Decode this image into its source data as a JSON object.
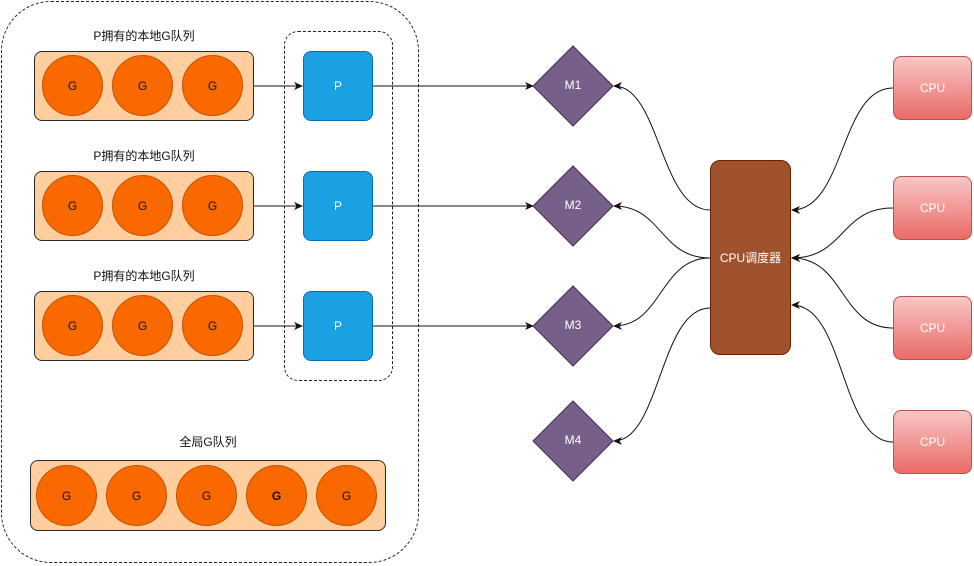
{
  "local_queues": [
    {
      "title": "P拥有的本地G队列",
      "goroutines": [
        "G",
        "G",
        "G"
      ],
      "processor": "P"
    },
    {
      "title": "P拥有的本地G队列",
      "goroutines": [
        "G",
        "G",
        "G"
      ],
      "processor": "P"
    },
    {
      "title": "P拥有的本地G队列",
      "goroutines": [
        "G",
        "G",
        "G"
      ],
      "processor": "P"
    }
  ],
  "global_queue": {
    "title": "全局G队列",
    "goroutines": [
      "G",
      "G",
      "G",
      "G",
      "G"
    ]
  },
  "machines": [
    "M1",
    "M2",
    "M3",
    "M4"
  ],
  "scheduler": {
    "label": "CPU调度器"
  },
  "cpus": [
    "CPU",
    "CPU",
    "CPU",
    "CPU"
  ],
  "colors": {
    "goroutine": "#fa6800",
    "queue": "#ffce9f",
    "processor": "#1ba1e2",
    "machine": "#76608a",
    "scheduler": "#a0522d",
    "cpu": "#ea6b66"
  }
}
